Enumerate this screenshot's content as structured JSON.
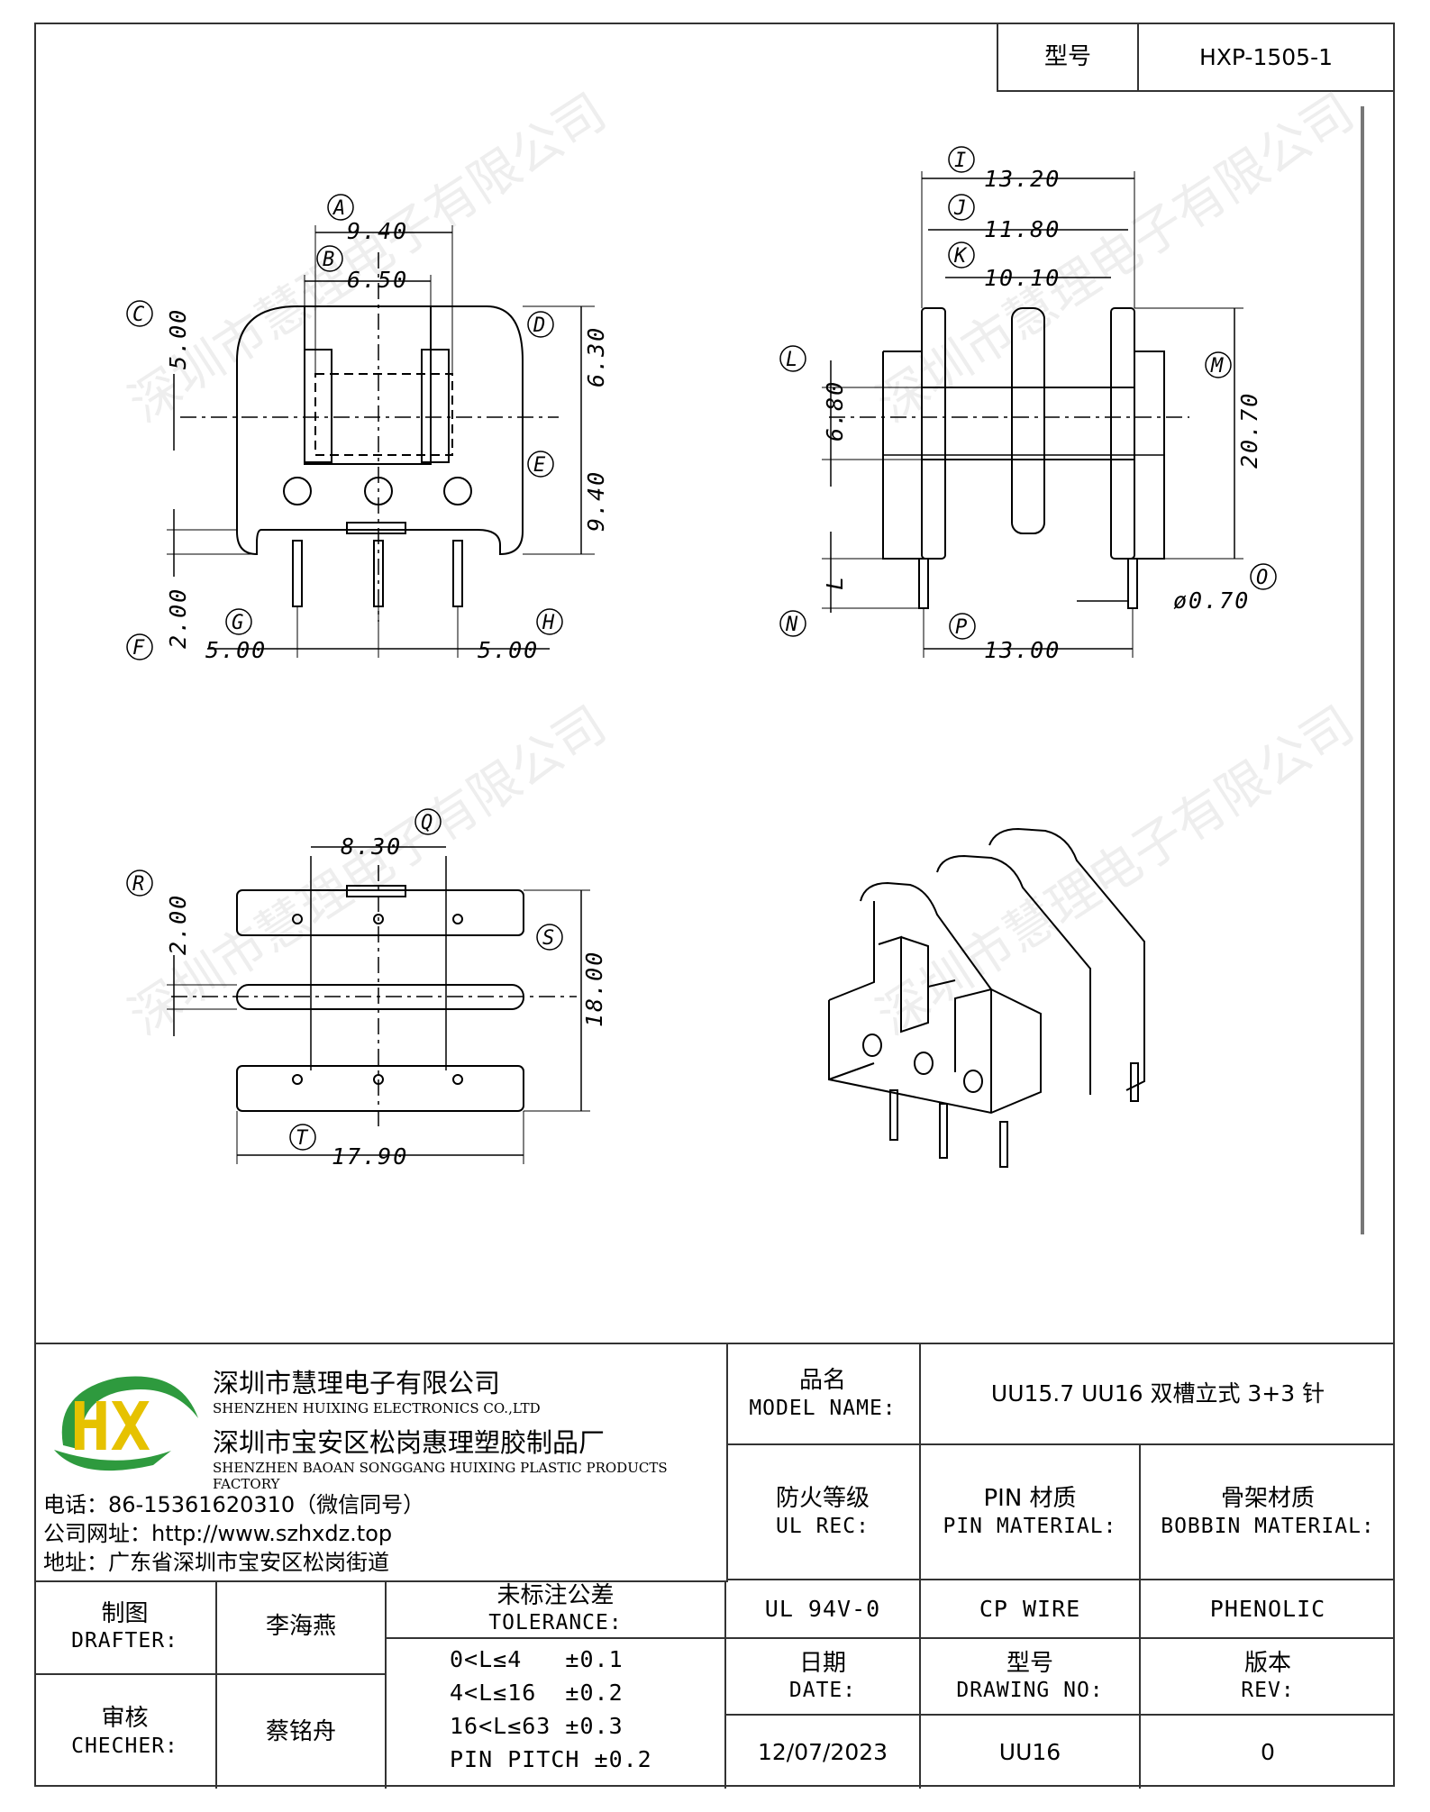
{
  "header": {
    "model_label": "型号",
    "model_value": "HXP-1505-1"
  },
  "dimensions": {
    "A": "A",
    "A_val": "9.40",
    "B": "B",
    "B_val": "6.50",
    "C": "C",
    "C_val": "5.00",
    "D": "D",
    "D_val": "6.30",
    "E": "E",
    "E_val": "9.40",
    "F": "F",
    "F_val": "2.00",
    "G": "G",
    "G_val": "5.00",
    "H": "H",
    "H_val": "5.00",
    "I": "I",
    "I_val": "13.20",
    "J": "J",
    "J_val": "11.80",
    "K": "K",
    "K_val": "10.10",
    "L": "L",
    "L_val": "6.80",
    "M": "M",
    "M_val": "20.70",
    "N": "N",
    "N_val": "L",
    "O": "O",
    "O_val": "ø0.70",
    "P": "P",
    "P_val": "13.00",
    "Q": "Q",
    "Q_val": "8.30",
    "R": "R",
    "R_val": "2.00",
    "S": "S",
    "S_val": "18.00",
    "T": "T",
    "T_val": "17.90"
  },
  "watermark": "深圳市慧理电子有限公司",
  "company": {
    "logo_letters": "HX",
    "name_cn": "深圳市慧理电子有限公司",
    "name_en": "SHENZHEN HUIXING ELECTRONICS CO.,LTD",
    "factory_cn": "深圳市宝安区松岗惠理塑胶制品厂",
    "factory_en": "SHENZHEN BAOAN SONGGANG HUIXING PLASTIC PRODUCTS FACTORY",
    "phone": "电话：86-15361620310（微信同号）",
    "website": "公司网址：http://www.szhxdz.top",
    "address": "地址：广东省深圳市宝安区松岗街道"
  },
  "title_block": {
    "model_name_cn": "品名",
    "model_name_en": "MODEL NAME:",
    "model_name_value": "UU15.7 UU16 双槽立式 3+3 针",
    "ul_cn": "防火等级",
    "ul_en": "UL REC:",
    "pin_cn": "PIN 材质",
    "pin_en": "PIN MATERIAL:",
    "bobbin_cn": "骨架材质",
    "bobbin_en": "BOBBIN MATERIAL:",
    "ul_value": "UL 94V-0",
    "pin_value": "CP WIRE",
    "bobbin_value": "PHENOLIC",
    "date_cn": "日期",
    "date_en": "DATE:",
    "drawing_cn": "型号",
    "drawing_en": "DRAWING NO:",
    "rev_cn": "版本",
    "rev_en": "REV:",
    "date_value": "12/07/2023",
    "drawing_value": "UU16",
    "rev_value": "0",
    "drafter_cn": "制图",
    "drafter_en": "DRAFTER:",
    "drafter_name": "李海燕",
    "checker_cn": "审核",
    "checker_en": "CHECHER:",
    "checker_name": "蔡铭舟",
    "tolerance_cn": "未标注公差",
    "tolerance_en": "TOLERANCE:",
    "tolerances": [
      "0<L≤4   ±0.1",
      "4<L≤16  ±0.2",
      "16<L≤63 ±0.3",
      "PIN PITCH ±0.2"
    ]
  }
}
